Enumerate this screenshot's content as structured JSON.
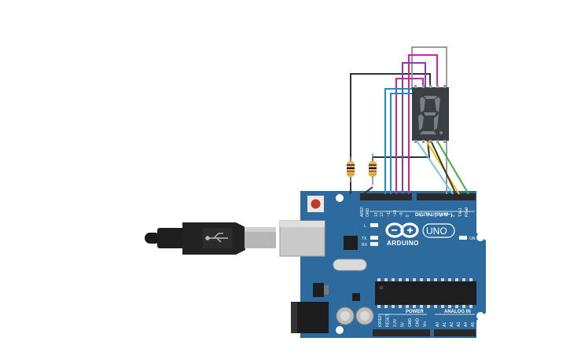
{
  "board": {
    "brand": "ARDUINO",
    "model": "UNO",
    "digital_label": "DIGITAL (PWM~)",
    "power_label": "POWER",
    "analog_label": "ANALOG IN",
    "on_label": "ON",
    "led_l": "L",
    "led_tx": "TX",
    "led_rx": "RX",
    "top_pins": [
      "AREF",
      "GND",
      "13",
      "12",
      "~11",
      "~10",
      "~9",
      "8",
      "7",
      "~6",
      "~5",
      "4",
      "~3",
      "2",
      "TX▸1",
      "RX◂0"
    ],
    "power_pins": [
      "IOREF",
      "RESET",
      "3.3V",
      "5V",
      "GND",
      "GND",
      "Vin"
    ],
    "analog_pins": [
      "A0",
      "A1",
      "A2",
      "A3",
      "A4",
      "A5"
    ],
    "board_color": "#2d6b9e",
    "header_color": "#2a2a2a"
  },
  "display": {
    "digit": "8",
    "body_color": "#3a3f44"
  },
  "wires": {
    "black": "#333333",
    "grey": "#9b9b9b",
    "magenta": "#d11fb0",
    "purple": "#8e3aa8",
    "blue": "#1a8fd8",
    "cyan": "#6cc6e0",
    "yellow": "#f2c200",
    "green": "#3cb043"
  }
}
